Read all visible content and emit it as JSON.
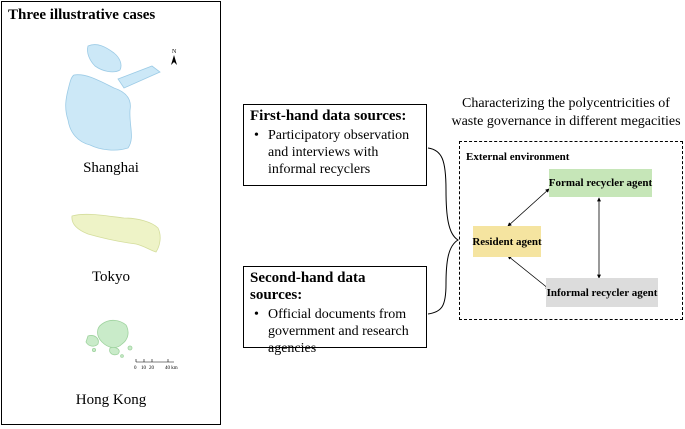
{
  "cases": {
    "title": "Three illustrative cases",
    "cities": [
      "Shanghai",
      "Tokyo",
      "Hong Kong"
    ],
    "north_symbol": "N",
    "scale_ticks": [
      "0",
      "10",
      "20",
      "40 km"
    ]
  },
  "sources": {
    "first": {
      "heading": "First-hand data sources:",
      "items": [
        "Participatory observation and interviews with informal recyclers"
      ]
    },
    "second": {
      "heading": "Second-hand data sources:",
      "items": [
        "Official documents from government and research agencies"
      ]
    }
  },
  "diagram": {
    "title": "Characterizing the polycentricities of waste governance in different megacities",
    "environment_label": "External environment",
    "agents": {
      "formal": "Formal recycler agent",
      "resident": "Resident agent",
      "informal": "Informal recycler agent"
    },
    "colors": {
      "formal": "#c6e6b8",
      "resident": "#f5e4a0",
      "informal": "#dcdcdc",
      "shanghai": "#cce8f7",
      "tokyo": "#eef3c7",
      "hongkong": "#c9ebc9"
    }
  }
}
